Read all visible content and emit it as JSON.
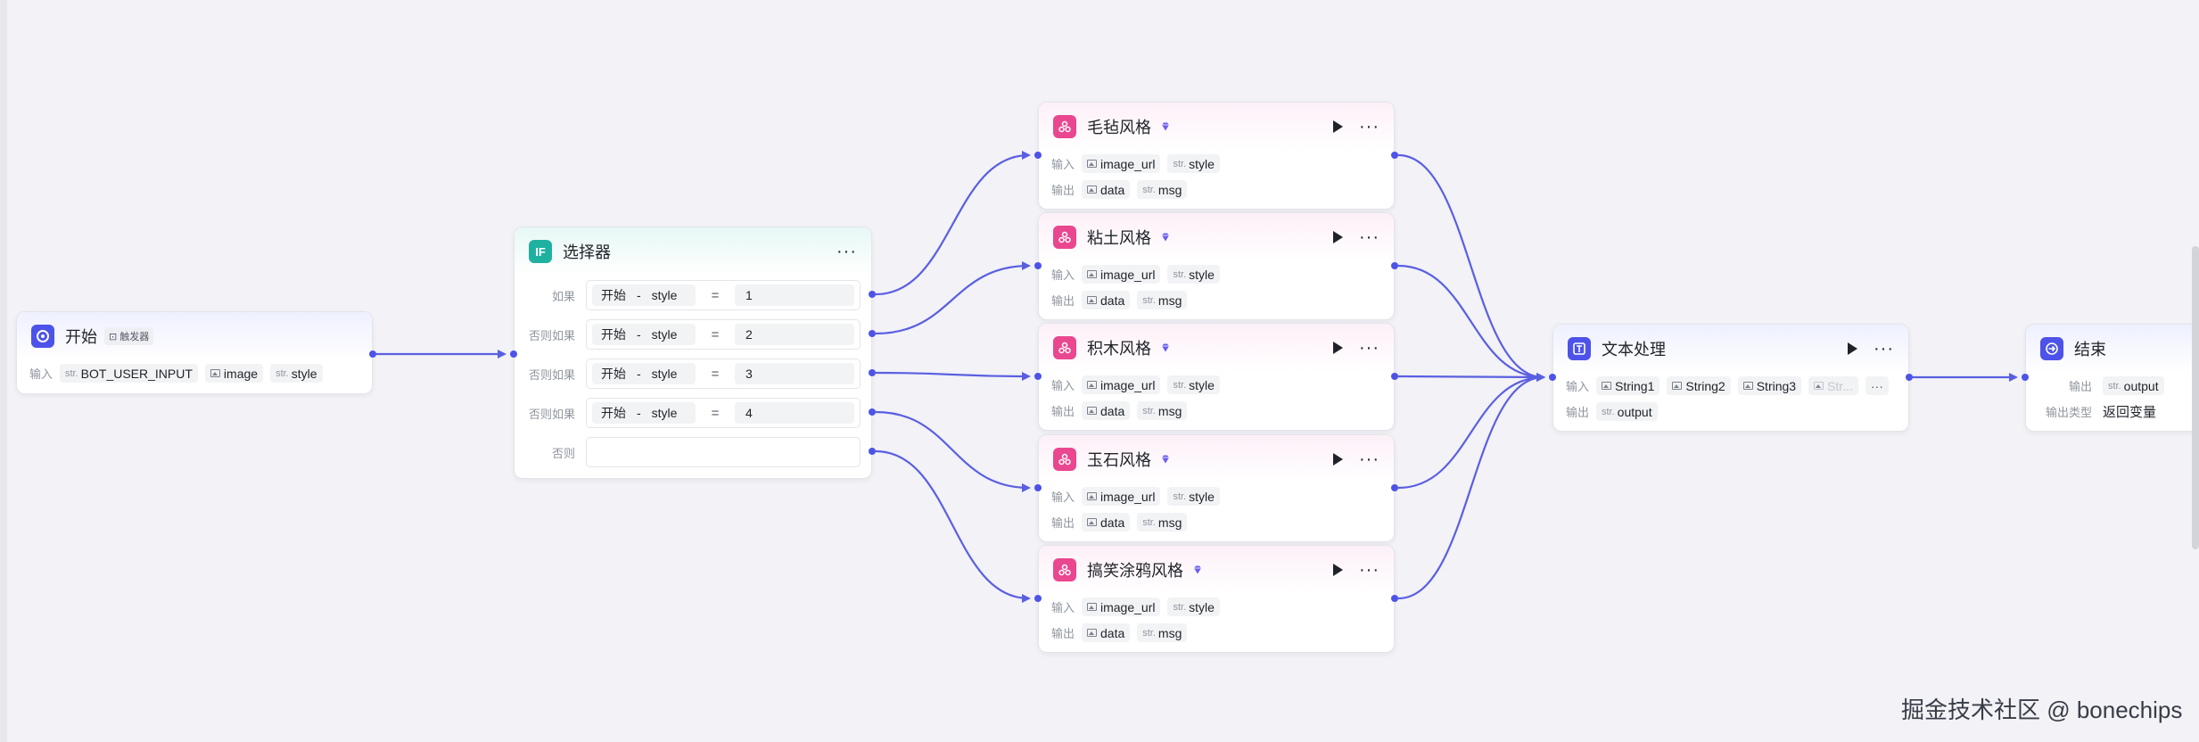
{
  "colors": {
    "accent": "#4d53e8",
    "pink": "#e9478f",
    "teal": "#1fb1a0",
    "edge": "#5a5fe0"
  },
  "start": {
    "title": "开始",
    "icon": "start-icon",
    "badge": "触发器",
    "input_label": "输入",
    "inputs": [
      {
        "type": "str.",
        "name": "BOT_USER_INPUT"
      },
      {
        "type": "image",
        "name": "image"
      },
      {
        "type": "str.",
        "name": "style"
      }
    ]
  },
  "selector": {
    "title": "选择器",
    "icon_text": "IF",
    "conditions": [
      {
        "label": "如果",
        "left_node": "开始",
        "sep": "-",
        "left_var": "style",
        "op": "=",
        "value": "1"
      },
      {
        "label": "否则如果",
        "left_node": "开始",
        "sep": "-",
        "left_var": "style",
        "op": "=",
        "value": "2"
      },
      {
        "label": "否则如果",
        "left_node": "开始",
        "sep": "-",
        "left_var": "style",
        "op": "=",
        "value": "3"
      },
      {
        "label": "否则如果",
        "left_node": "开始",
        "sep": "-",
        "left_var": "style",
        "op": "=",
        "value": "4"
      }
    ],
    "else_label": "否则"
  },
  "plugins": [
    {
      "title": "毛毡风格",
      "input_label": "输入",
      "output_label": "输出",
      "inputs": [
        "image_url",
        "style"
      ],
      "outputs": [
        "data",
        "msg"
      ]
    },
    {
      "title": "粘土风格",
      "input_label": "输入",
      "output_label": "输出",
      "inputs": [
        "image_url",
        "style"
      ],
      "outputs": [
        "data",
        "msg"
      ]
    },
    {
      "title": "积木风格",
      "input_label": "输入",
      "output_label": "输出",
      "inputs": [
        "image_url",
        "style"
      ],
      "outputs": [
        "data",
        "msg"
      ]
    },
    {
      "title": "玉石风格",
      "input_label": "输入",
      "output_label": "输出",
      "inputs": [
        "image_url",
        "style"
      ],
      "outputs": [
        "data",
        "msg"
      ]
    },
    {
      "title": "搞笑涂鸦风格",
      "input_label": "输入",
      "output_label": "输出",
      "inputs": [
        "image_url",
        "style"
      ],
      "outputs": [
        "data",
        "msg"
      ]
    }
  ],
  "type_prefix": {
    "str": "str.",
    "image": "image"
  },
  "text_processing": {
    "title": "文本处理",
    "input_label": "输入",
    "output_label": "输出",
    "inputs": [
      "String1",
      "String2",
      "String3",
      "Str..."
    ],
    "more": "···",
    "output": "output"
  },
  "end": {
    "title": "结束",
    "output_label": "输出",
    "output_var": "output",
    "output_type_label": "输出类型",
    "output_type_value": "返回变量"
  },
  "watermark": "掘金技术社区 @ bonechips"
}
